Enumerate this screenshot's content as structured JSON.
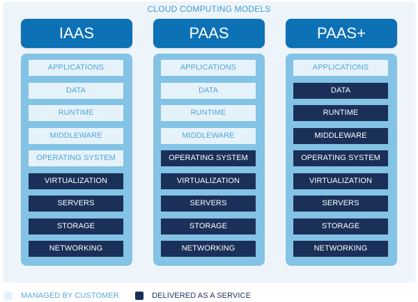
{
  "title": "CLOUD COMPUTING MODELS",
  "colors": {
    "header": "#0d71b6",
    "stack": "#83c3e5",
    "managed_by_customer": "#e6f2fa",
    "delivered_as_service": "#1b3058"
  },
  "columns": [
    {
      "name": "IAAS",
      "layers": [
        {
          "label": "APPLICATIONS",
          "type": "customer"
        },
        {
          "label": "DATA",
          "type": "customer"
        },
        {
          "label": "RUNTIME",
          "type": "customer"
        },
        {
          "label": "MIDDLEWARE",
          "type": "customer"
        },
        {
          "label": "OPERATING SYSTEM",
          "type": "customer"
        },
        {
          "label": "VIRTUALIZATION",
          "type": "service"
        },
        {
          "label": "SERVERS",
          "type": "service"
        },
        {
          "label": "STORAGE",
          "type": "service"
        },
        {
          "label": "NETWORKING",
          "type": "service"
        }
      ]
    },
    {
      "name": "PAAS",
      "layers": [
        {
          "label": "APPLICATIONS",
          "type": "customer"
        },
        {
          "label": "DATA",
          "type": "customer"
        },
        {
          "label": "RUNTIME",
          "type": "customer"
        },
        {
          "label": "MIDDLEWARE",
          "type": "customer"
        },
        {
          "label": "OPERATING SYSTEM",
          "type": "service"
        },
        {
          "label": "VIRTUALIZATION",
          "type": "service"
        },
        {
          "label": "SERVERS",
          "type": "service"
        },
        {
          "label": "STORAGE",
          "type": "service"
        },
        {
          "label": "NETWORKING",
          "type": "service"
        }
      ]
    },
    {
      "name": "PAAS+",
      "layers": [
        {
          "label": "APPLICATIONS",
          "type": "customer"
        },
        {
          "label": "DATA",
          "type": "service"
        },
        {
          "label": "RUNTIME",
          "type": "service"
        },
        {
          "label": "MIDDLEWARE",
          "type": "service"
        },
        {
          "label": "OPERATING SYSTEM",
          "type": "service"
        },
        {
          "label": "VIRTUALIZATION",
          "type": "service"
        },
        {
          "label": "SERVERS",
          "type": "service"
        },
        {
          "label": "STORAGE",
          "type": "service"
        },
        {
          "label": "NETWORKING",
          "type": "service"
        }
      ]
    }
  ],
  "legend": {
    "managed_by_customer": "MANAGED BY CUSTOMER",
    "delivered_as_service": "DELIVERED AS A SERVICE"
  }
}
